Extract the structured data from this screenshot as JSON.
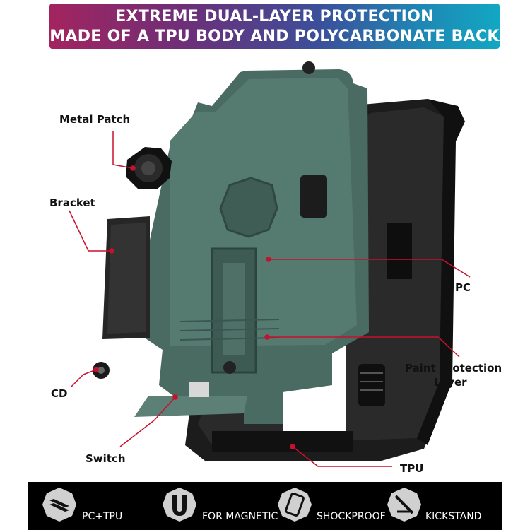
{
  "banner": {
    "line1": "EXTREME DUAL-LAYER PROTECTION",
    "line2": "MADE OF A TPU BODY AND POLYCARBONATE BACK"
  },
  "labels": {
    "metal_patch": "Metal Patch",
    "bracket": "Bracket",
    "cd": "CD",
    "switch": "Switch",
    "pc": "PC",
    "paint_line1": "Paint Protection",
    "paint_line2": "Layer",
    "tpu": "TPU"
  },
  "features": [
    {
      "label": "PC+TPU",
      "icon": "layers-icon"
    },
    {
      "label": "FOR MAGNETIC",
      "icon": "magnet-icon"
    },
    {
      "label": "SHOCKPROOF",
      "icon": "phone-shock-icon"
    },
    {
      "label": "KICKSTAND",
      "icon": "kickstand-icon"
    }
  ],
  "colors": {
    "banner_start": "#a3245f",
    "banner_end": "#12a7c3",
    "pc_shell": "#4a6b62",
    "tpu_bumper": "#1a1a1a",
    "callout_line": "#c8102e"
  }
}
